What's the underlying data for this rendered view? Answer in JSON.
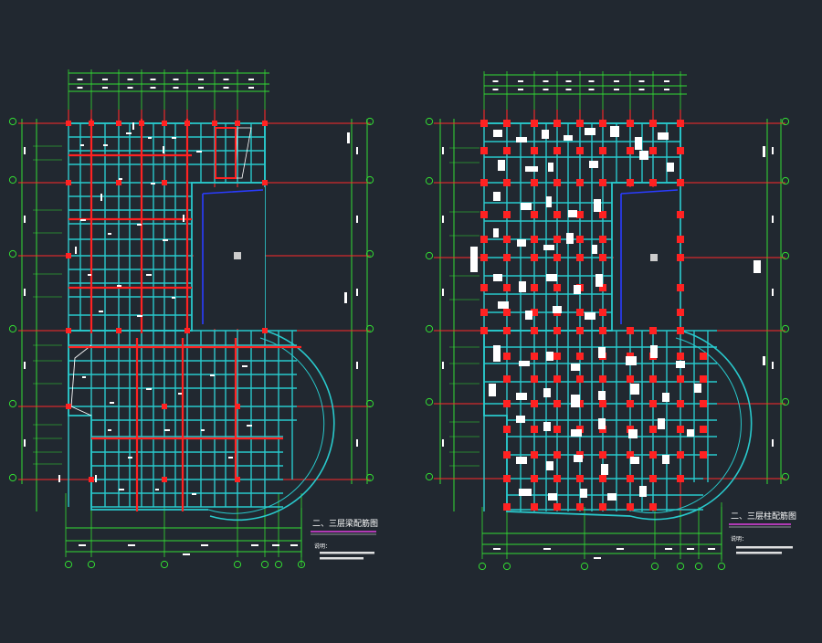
{
  "colors": {
    "background": "#212830",
    "dimension": "#33dd33",
    "axis": "#ff2a2a",
    "beam": "#29c9cc",
    "column": "#ff2222",
    "edge": "#2a3cff",
    "annotation": "#ffffff",
    "underline": "#e040e0",
    "caption": "#ffffff"
  },
  "icons": [
    "axis-bubble-icon"
  ],
  "sheets": [
    {
      "id": "left",
      "caption": "二、三层梁配筋图",
      "note_label": "说明：",
      "note_lines": [
        "",
        ""
      ]
    },
    {
      "id": "right",
      "caption": "二、三层柱配筋图",
      "note_label": "说明：",
      "note_lines": [
        "",
        ""
      ]
    }
  ]
}
